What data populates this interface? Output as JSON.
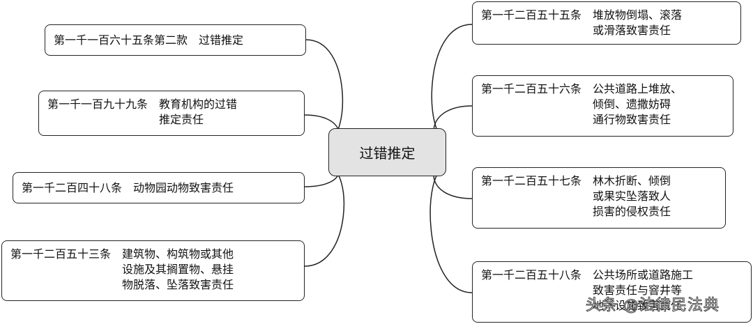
{
  "center": {
    "label": "过错推定"
  },
  "left_nodes": [
    {
      "article": "第一千一百六十五条第二款",
      "lines": [
        "过错推定"
      ]
    },
    {
      "article": "第一千一百九十九条",
      "lines": [
        "教育机构的过错",
        "推定责任"
      ]
    },
    {
      "article": "第一千二百四十八条",
      "lines": [
        "动物园动物致害责任"
      ]
    },
    {
      "article": "第一千二百五十三条",
      "lines": [
        "建筑物、构筑物或其他",
        "设施及其搁置物、悬挂",
        "物脱落、坠落致害责任"
      ]
    }
  ],
  "right_nodes": [
    {
      "article": "第一千二百五十五条",
      "lines": [
        "堆放物倒塌、滚落",
        "或滑落致害责任"
      ]
    },
    {
      "article": "第一千二百五十六条",
      "lines": [
        "公共道路上堆放、",
        "倾倒、遗撒妨碍",
        "通行物致害责任"
      ]
    },
    {
      "article": "第一千二百五十七条",
      "lines": [
        "林木折断、倾倒",
        "或果实坠落致人",
        "损害的侵权责任"
      ]
    },
    {
      "article": "第一千二百五十八条",
      "lines": [
        "公共场所或道路施工",
        "致害责任与窨井等",
        "地下设施致害责任"
      ]
    }
  ],
  "watermark": {
    "text": "头条 @法律民法典"
  }
}
